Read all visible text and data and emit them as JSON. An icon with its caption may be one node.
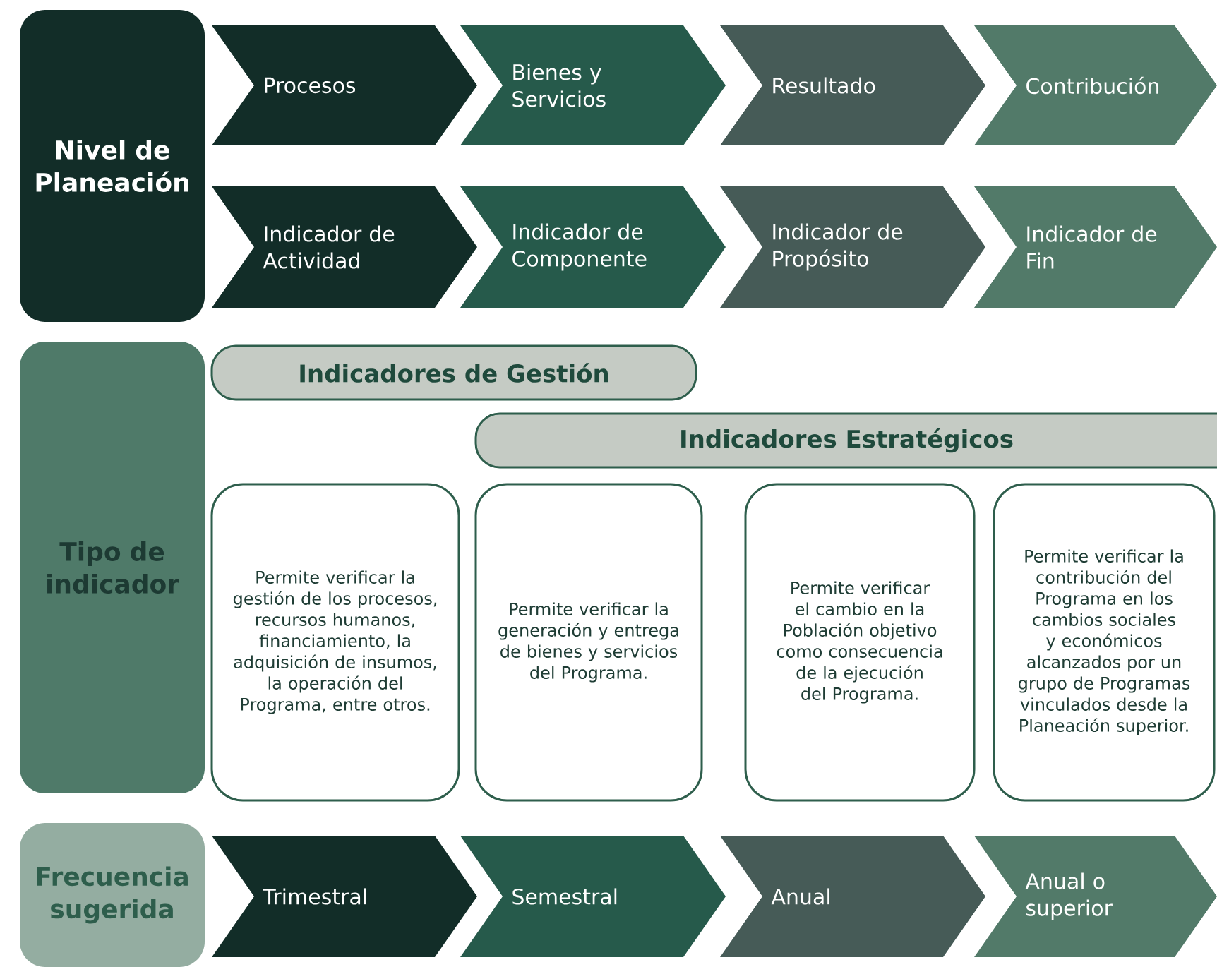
{
  "diagram": {
    "nodes": [
      {
        "text": [
          "Nivel de Planeación"
        ]
      },
      {
        "text": [
          "Procesos"
        ]
      },
      {
        "text": [
          "Bienes y Servicios"
        ]
      },
      {
        "text": [
          "Resultado"
        ]
      },
      {
        "text": [
          "Contribución"
        ]
      },
      {
        "text": [
          "Indicador de Actividad"
        ]
      },
      {
        "text": [
          "Indicador de Componente"
        ]
      },
      {
        "text": [
          "Indicador de Propósito"
        ]
      },
      {
        "text": [
          "Indicador de Fin"
        ]
      },
      {
        "text": [
          "Tipo de indicador"
        ]
      },
      {
        "text": [
          "Indicadores de Gestión"
        ]
      },
      {
        "text": [
          "Indicadores Estratégicos"
        ]
      },
      {
        "text": [
          "Permite verificar la gestión de los procesos, recursos humanos, financiamiento, la adquisición de insumos, la operación del Programa, entre otros."
        ]
      },
      {
        "text": [
          "Permite verificar la generación y entrega de bienes y servicios del Programa."
        ]
      },
      {
        "text": [
          "Permite verificar el cambio en la Población objetivo como consecuencia de la ejecución del Programa."
        ]
      },
      {
        "text": [
          "Permite verificar la contribución del Programa en los cambios sociales y económicos alcanzados por un grupo de Programas vinculados desde la Planeación superior."
        ]
      },
      {
        "text": [
          "Frecuencia sugerida"
        ]
      },
      {
        "text": [
          "Trimestral"
        ]
      },
      {
        "text": [
          "Semestral"
        ]
      },
      {
        "text": [
          "Anual"
        ]
      },
      {
        "text": [
          "Anual o superior"
        ]
      }
    ]
  }
}
